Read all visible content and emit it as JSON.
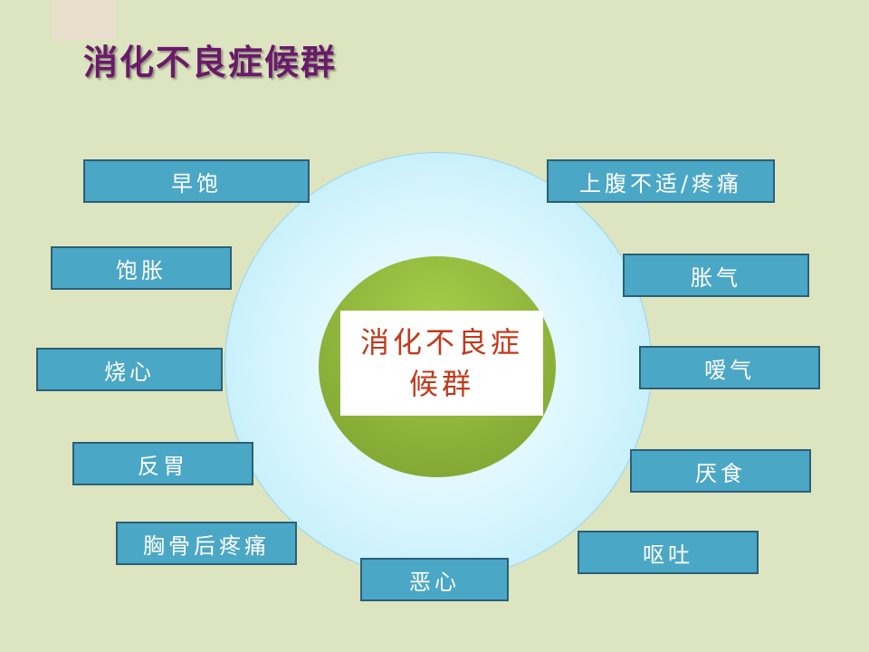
{
  "title": "消化不良症候群",
  "center_label": "消化不良症候群",
  "symptoms_left": [
    "早饱",
    "饱胀",
    "烧心",
    "反胃",
    "胸骨后疼痛"
  ],
  "symptoms_bottom": [
    "恶心"
  ],
  "symptoms_right": [
    "上腹不适/疼痛",
    "胀气",
    "嗳气",
    "厌食",
    "呕吐"
  ],
  "colors": {
    "background": "#dde5c0",
    "title": "#6a1a6a",
    "box_fill": "#4ba7c6",
    "box_border": "#2b5f78",
    "outer_circle": "#b0e8f8",
    "inner_circle": "#8fb43c",
    "center_text": "#c0391b"
  }
}
